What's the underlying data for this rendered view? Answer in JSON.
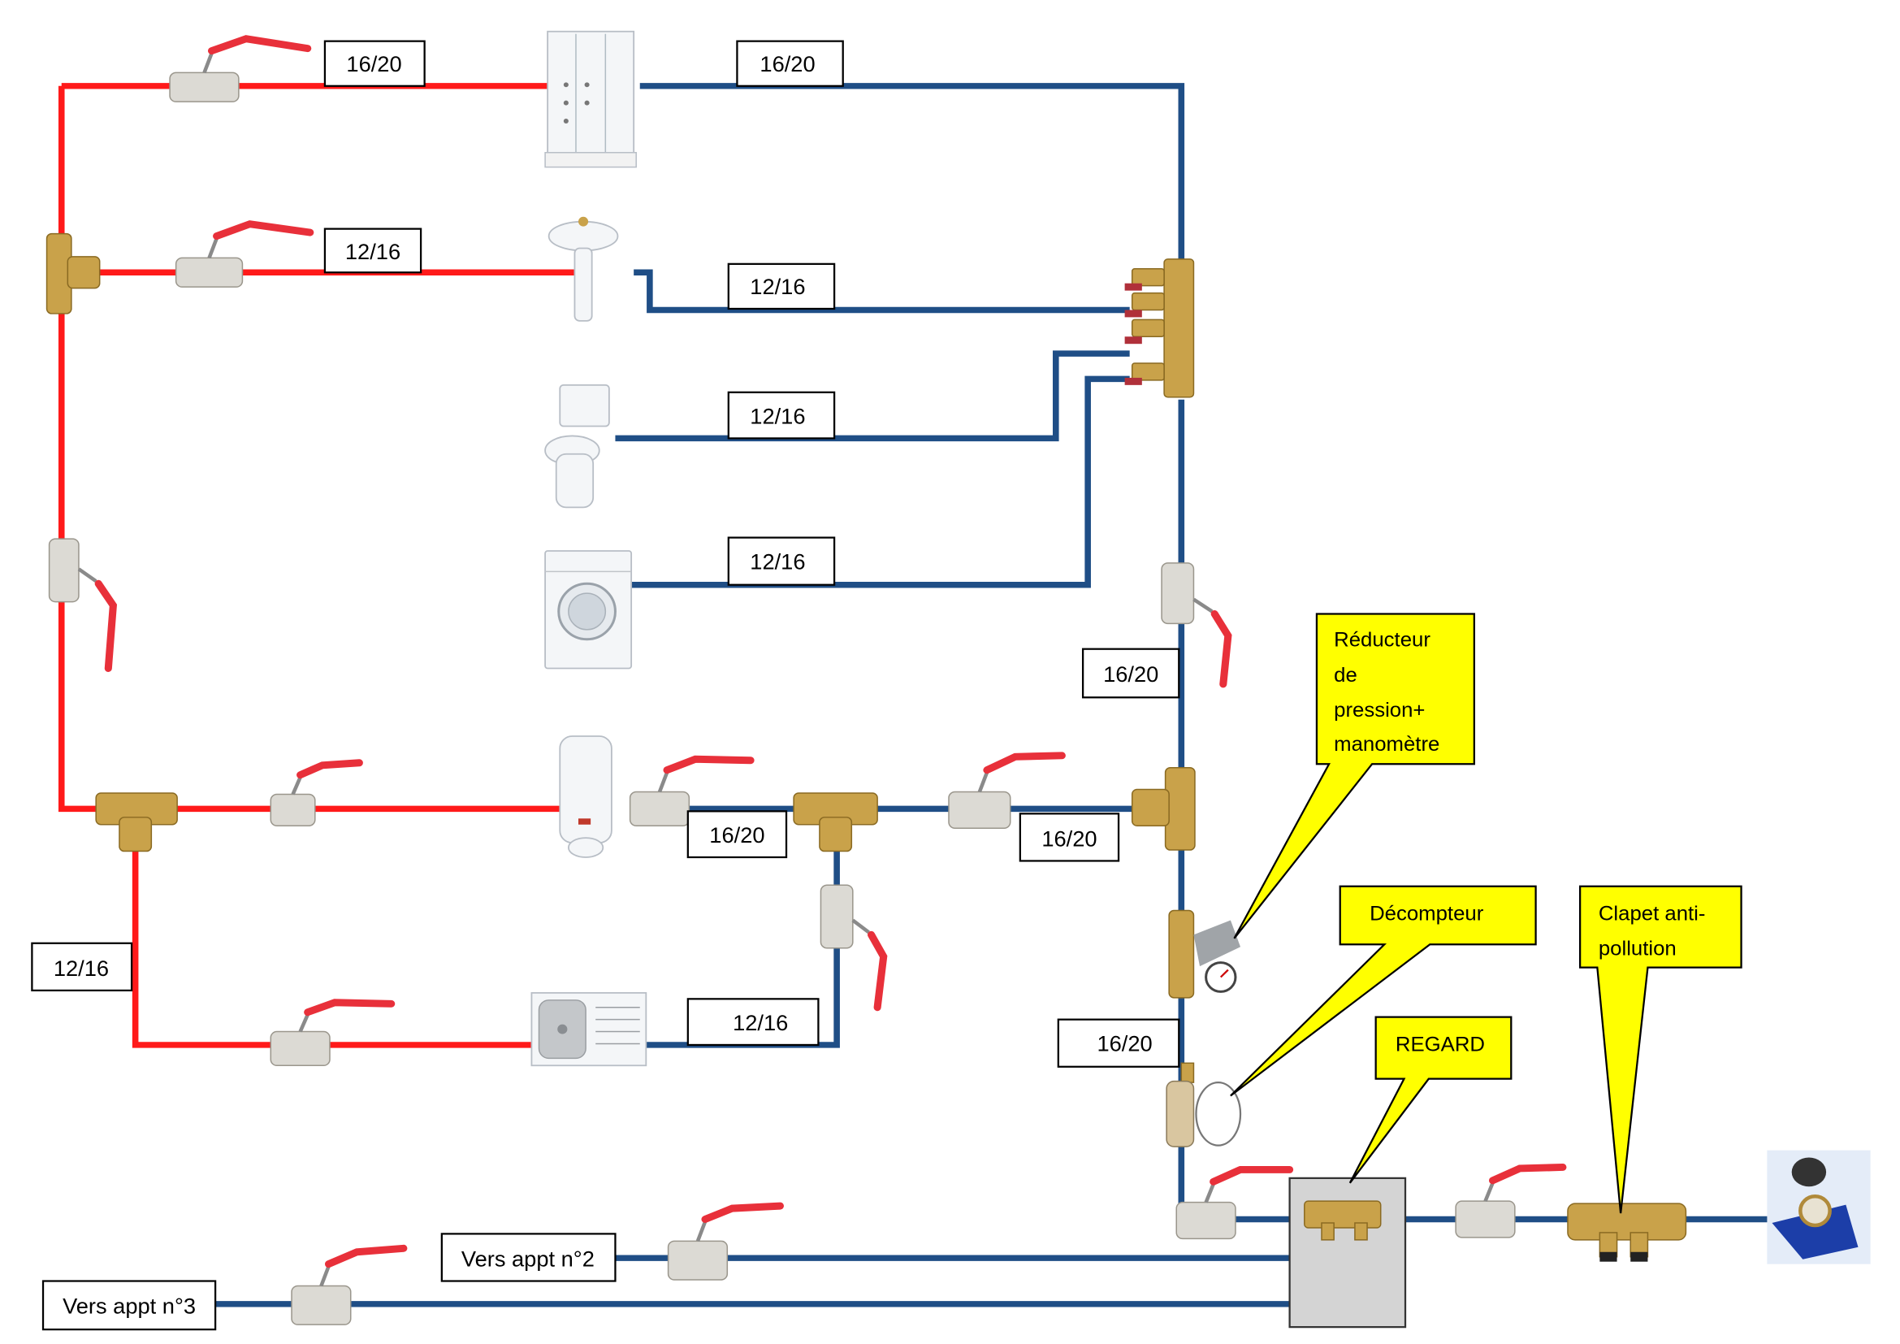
{
  "diagram": {
    "colors": {
      "hot_pipe": "#ff1a1a",
      "cold_pipe": "#1f4e86",
      "callout": "#ffff00",
      "valve_handle": "#e8303a",
      "brass": "#c9a24a",
      "regard": "#d4d4d4"
    },
    "pipe_labels": {
      "shower_hot": "16/20",
      "shower_cold": "16/20",
      "washbasin_hot": "12/16",
      "washbasin_cold": "12/16",
      "toilet_cold": "12/16",
      "washing_machine_cold": "12/16",
      "riser_cold": "16/20",
      "heater_out": "16/20",
      "heater_in": "16/20",
      "kitchen_hot": "12/16",
      "kitchen_cold": "12/16",
      "meter_riser": "16/20"
    },
    "callouts": {
      "pressure_reducer": [
        "Réducteur",
        "de",
        "pression+",
        "manomètre"
      ],
      "sub_meter": [
        "Décompteur"
      ],
      "backflow_valve": [
        "Clapet anti-",
        "pollution"
      ],
      "inspection_box": [
        "REGARD"
      ]
    },
    "destinations": {
      "apartment_2": "Vers appt n°2",
      "apartment_3": "Vers appt n°3"
    },
    "fixtures": [
      "Shower cabin",
      "Washbasin",
      "Toilet",
      "Washing machine",
      "Water heater",
      "Kitchen sink",
      "Water meter"
    ]
  }
}
